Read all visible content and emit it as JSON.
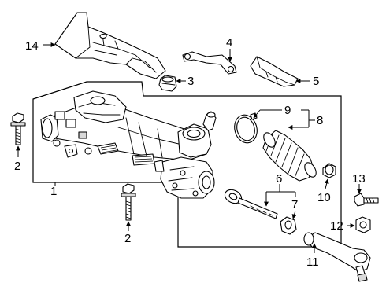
{
  "diagram": {
    "callouts": {
      "c1": "1",
      "c2a": "2",
      "c2b": "2",
      "c3": "3",
      "c4": "4",
      "c5": "5",
      "c6": "6",
      "c7": "7",
      "c8": "8",
      "c9": "9",
      "c10": "10",
      "c11": "11",
      "c12": "12",
      "c13": "13",
      "c14": "14"
    },
    "parts": [
      {
        "label": "1",
        "name": "steering-gear-assembly"
      },
      {
        "label": "2",
        "name": "mounting-bolt"
      },
      {
        "label": "3",
        "name": "bushing"
      },
      {
        "label": "4",
        "name": "bracket"
      },
      {
        "label": "5",
        "name": "cover"
      },
      {
        "label": "6",
        "name": "inner-tie-rod"
      },
      {
        "label": "7",
        "name": "jam-nut"
      },
      {
        "label": "8",
        "name": "boot"
      },
      {
        "label": "9",
        "name": "boot-clamp"
      },
      {
        "label": "10",
        "name": "boot-clip"
      },
      {
        "label": "11",
        "name": "outer-tie-rod-end"
      },
      {
        "label": "12",
        "name": "nut"
      },
      {
        "label": "13",
        "name": "bolt"
      },
      {
        "label": "14",
        "name": "heat-shield"
      }
    ]
  }
}
